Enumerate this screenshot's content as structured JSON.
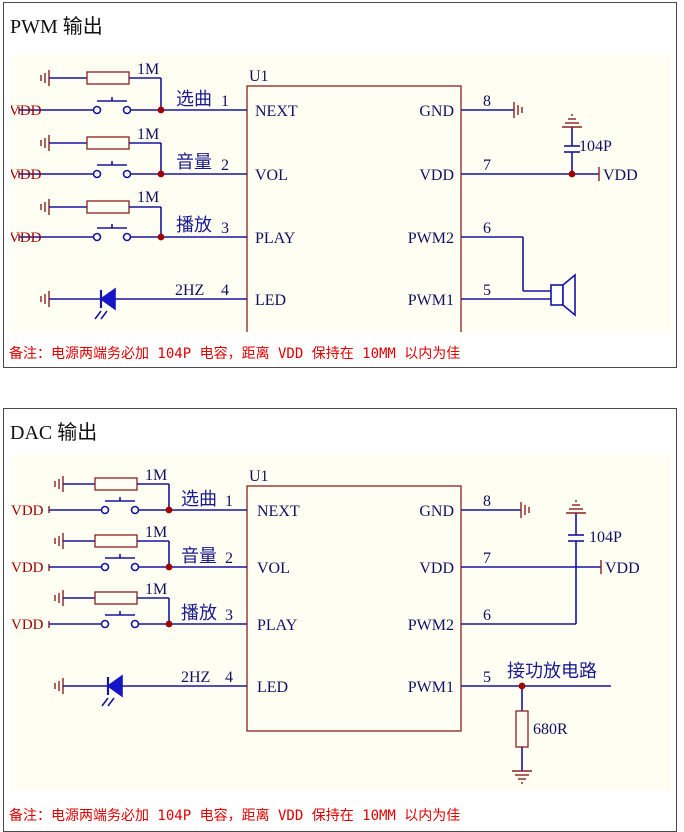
{
  "panels": [
    {
      "title": "PWM 输出",
      "note": "备注：电源两端务必加 104P 电容，距离 VDD 保持在 10MM 以内为佳",
      "chip": {
        "ref": "U1",
        "left_pins": [
          {
            "num": "1",
            "name": "NEXT"
          },
          {
            "num": "2",
            "name": "VOL"
          },
          {
            "num": "3",
            "name": "PLAY"
          },
          {
            "num": "4",
            "name": "LED"
          }
        ],
        "right_pins": [
          {
            "num": "8",
            "name": "GND"
          },
          {
            "num": "7",
            "name": "VDD"
          },
          {
            "num": "6",
            "name": "PWM2"
          },
          {
            "num": "5",
            "name": "PWM1"
          }
        ]
      },
      "buttons": [
        {
          "resistor": "1M",
          "label": "选曲",
          "supply": "VDD"
        },
        {
          "resistor": "1M",
          "label": "音量",
          "supply": "VDD"
        },
        {
          "resistor": "1M",
          "label": "播放",
          "supply": "VDD"
        }
      ],
      "led_net": "2HZ",
      "cap": "104P",
      "vdd_out": "VDD"
    },
    {
      "title": "DAC 输出",
      "note": "备注：电源两端务必加 104P 电容，距离 VDD 保持在 10MM 以内为佳",
      "chip": {
        "ref": "U1",
        "left_pins": [
          {
            "num": "1",
            "name": "NEXT"
          },
          {
            "num": "2",
            "name": "VOL"
          },
          {
            "num": "3",
            "name": "PLAY"
          },
          {
            "num": "4",
            "name": "LED"
          }
        ],
        "right_pins": [
          {
            "num": "8",
            "name": "GND"
          },
          {
            "num": "7",
            "name": "VDD"
          },
          {
            "num": "6",
            "name": "PWM2"
          },
          {
            "num": "5",
            "name": "PWM1"
          }
        ]
      },
      "buttons": [
        {
          "resistor": "1M",
          "label": "选曲",
          "supply": "VDD"
        },
        {
          "resistor": "1M",
          "label": "音量",
          "supply": "VDD"
        },
        {
          "resistor": "1M",
          "label": "播放",
          "supply": "VDD"
        }
      ],
      "led_net": "2HZ",
      "cap": "104P",
      "vdd_out": "VDD",
      "amp_label": "接功放电路",
      "load_resistor": "680R"
    }
  ]
}
